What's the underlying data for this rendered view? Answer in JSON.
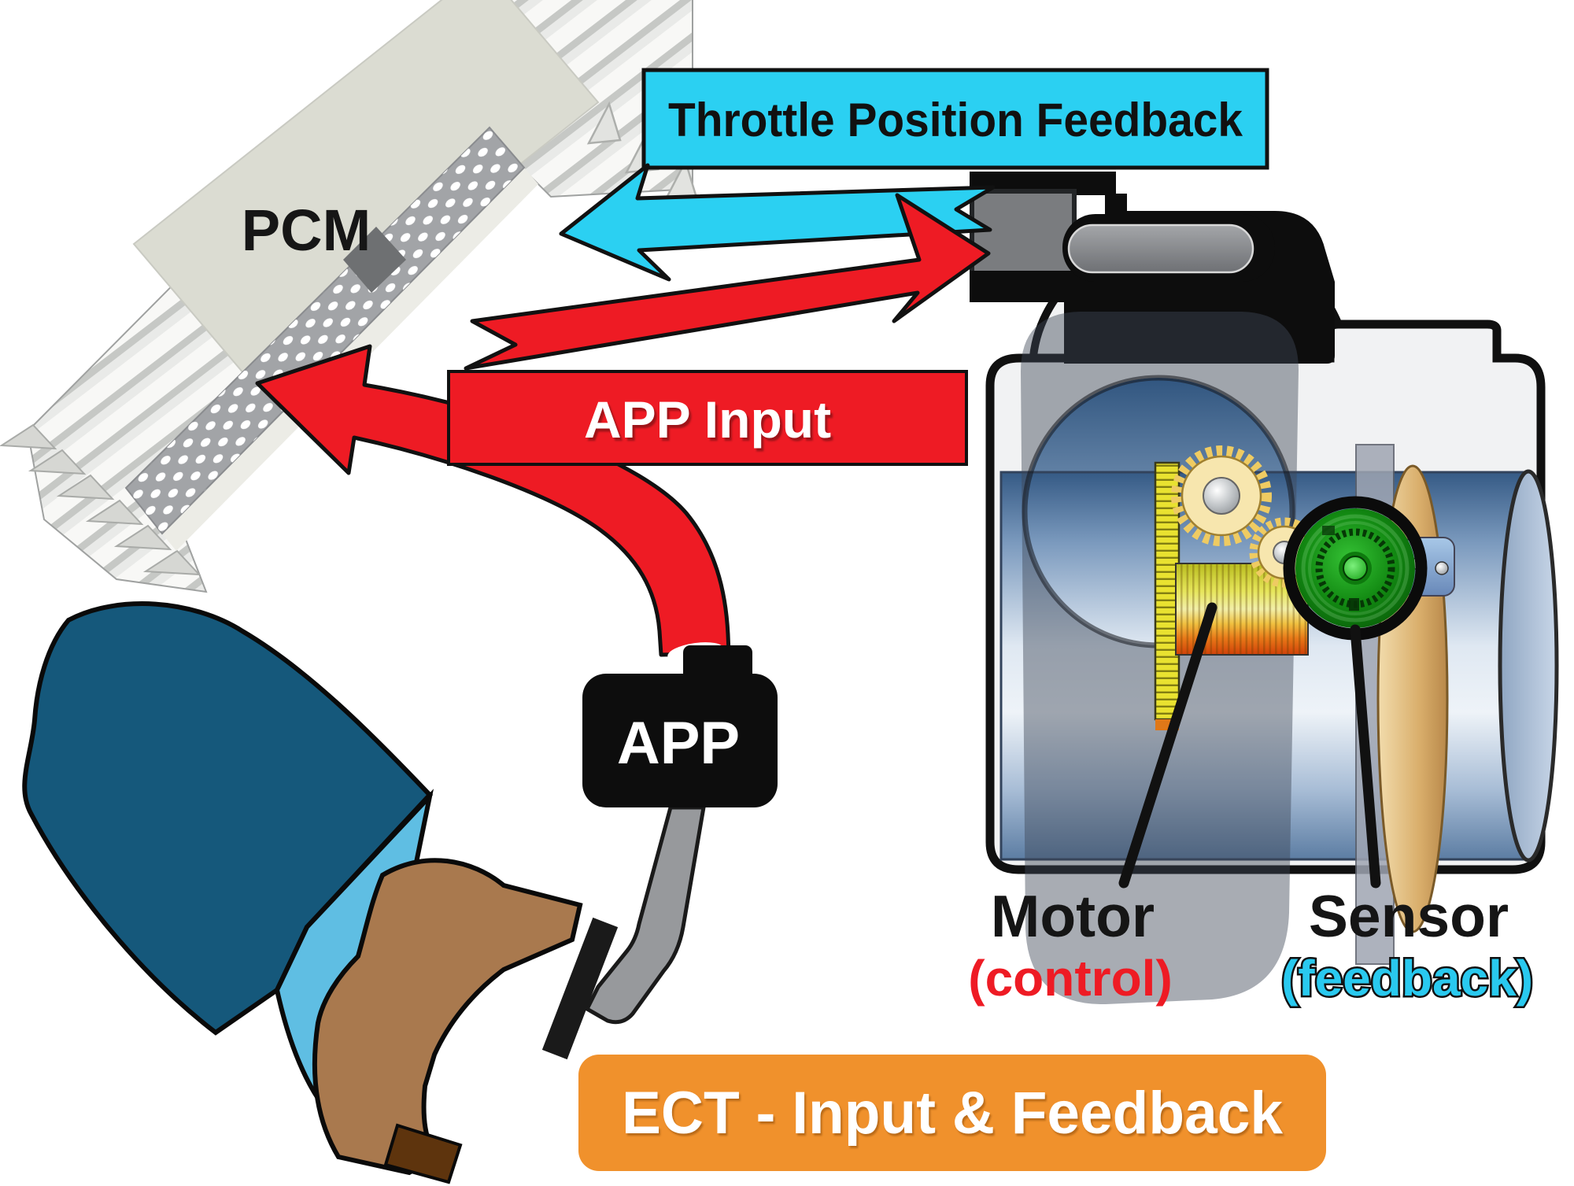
{
  "labels": {
    "pcm": "PCM",
    "throttle_position_feedback": "Throttle Position Feedback",
    "app_input": "APP Input",
    "app": "APP",
    "motor": "Motor",
    "motor_qualifier": "(control)",
    "sensor": "Sensor",
    "sensor_qualifier": "(feedback)",
    "banner": "ECT - Input & Feedback"
  },
  "colors": {
    "feedback_cyan": "#2BD0F2",
    "signal_red": "#EE1B24",
    "banner_orange": "#F0912C",
    "pcm_body": "#DBDCD2",
    "black_box": "#0D0D0D",
    "pant_blue": "#15587B",
    "sock_blue": "#5FBEE3",
    "shoe_brown": "#A9794E",
    "heel_brown": "#5E340D",
    "pedal_gray": "#97999C",
    "sensor_qualifier_cyan": "#29C9EF",
    "throttle_plate_tan": "#E2BE83"
  }
}
